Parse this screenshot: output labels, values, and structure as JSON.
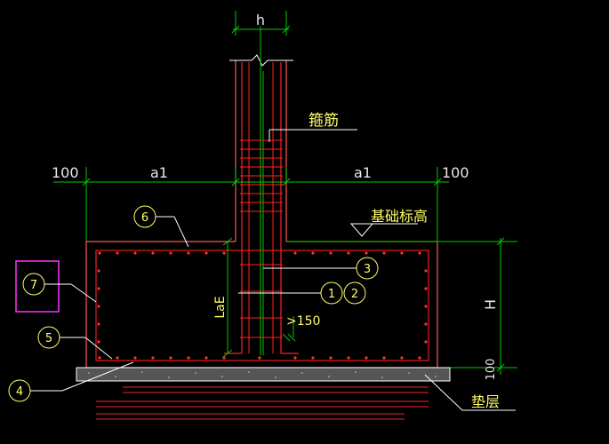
{
  "labels": {
    "h": "h",
    "stirrup": "箍筋",
    "left_edge": "100",
    "left_a1": "a1",
    "right_a1": "a1",
    "right_edge": "100",
    "foundation_level": "基础标高",
    "lae": "LaE",
    "ge150": ">150",
    "H": "H",
    "dim_100": "100",
    "cushion": "垫层"
  },
  "callouts": {
    "c1": "1",
    "c2": "2",
    "c3": "3",
    "c4": "4",
    "c5": "5",
    "c6": "6",
    "c7": "7"
  },
  "colors": {
    "background": "#000000",
    "dimension": "#00cc00",
    "outline": "#ff5555",
    "rebar": "#ff2222",
    "label_text": "#ffff66",
    "callout": "#ffff66",
    "highlight": "#ff33ff",
    "cushion_fill": "#555555"
  }
}
